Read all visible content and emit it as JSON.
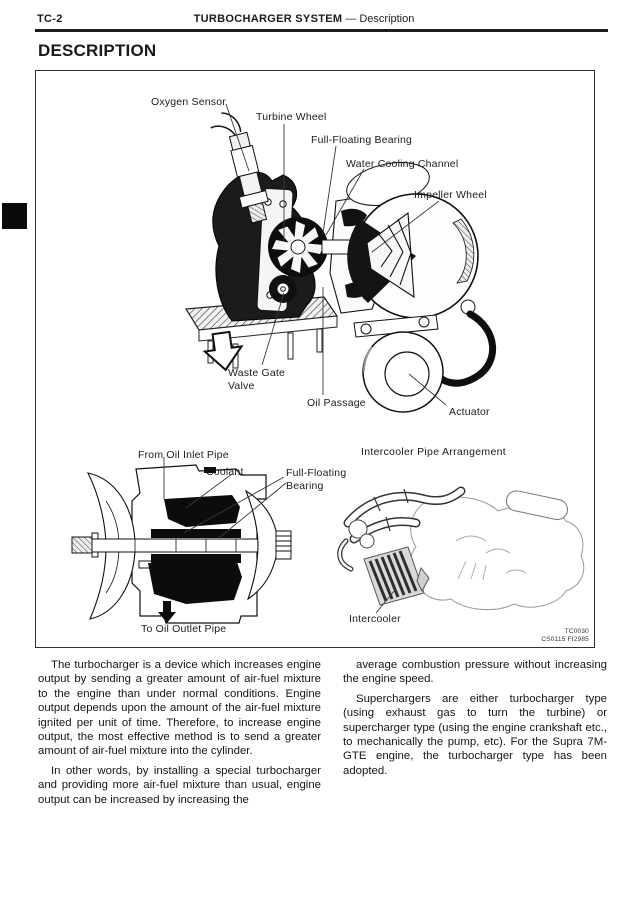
{
  "header": {
    "page_code": "TC-2",
    "title": "TURBOCHARGER SYSTEM",
    "separator": "—",
    "section": "Description"
  },
  "section_heading": "DESCRIPTION",
  "figure": {
    "top_diagram": {
      "labels": {
        "oxygen_sensor": "Oxygen Sensor",
        "turbine_wheel": "Turbine Wheel",
        "full_floating_bearing": "Full-Floating Bearing",
        "water_cooling_channel": "Water Cooling Channel",
        "impeller_wheel": "Impeller Wheel",
        "waste_gate_valve": "Waste Gate\nValve",
        "oil_passage": "Oil Passage",
        "actuator": "Actuator"
      }
    },
    "section_diagram": {
      "labels": {
        "from_oil_inlet_pipe": "From Oil Inlet Pipe",
        "coolant": "Coolant",
        "full_floating_bearing": "Full-Floating\nBearing",
        "to_oil_outlet_pipe": "To Oil Outlet Pipe"
      }
    },
    "intercooler_diagram": {
      "title": "Intercooler Pipe Arrangement",
      "labels": {
        "intercooler": "Intercooler"
      }
    },
    "codes": {
      "line1": "TC0030",
      "line2": "CS0115 FI2985"
    }
  },
  "body": {
    "left_column": {
      "p1": "The turbocharger is a device which increases engine output by sending a greater amount of air-fuel mixture to the engine than under normal conditions. Engine output depends upon the amount of the air-fuel mixture ignited per unit of time. Therefore, to increase engine output, the most effective method is to send a greater amount of air-fuel mixture into the cylinder.",
      "p2": "In other words, by installing a special turbocharger and providing more air-fuel mixture than usual, engine output can be increased by increasing the"
    },
    "right_column": {
      "p1": "average combustion pressure without increasing the engine speed.",
      "p2": "Superchargers are either turbocharger type (using exhaust gas to turn the turbine) or supercharger type (using the engine crankshaft etc., to mechanically the pump, etc). For the Supra 7M-GTE engine, the turbocharger type has been adopted."
    }
  },
  "colors": {
    "ink": "#1a1a1a",
    "paper": "#ffffff"
  }
}
